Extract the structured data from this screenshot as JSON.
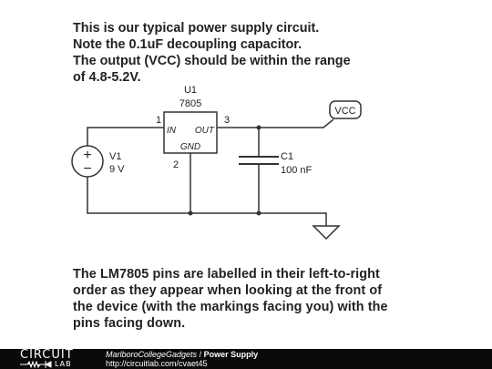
{
  "intro_lines": [
    "This is our typical power supply circuit.",
    "Note the 0.1uF decoupling capacitor.",
    "The output (VCC) should be within the range",
    "of 4.8-5.2V."
  ],
  "regulator": {
    "ref": "U1",
    "value": "7805",
    "pin_in_number": "1",
    "pin_out_number": "3",
    "pin_gnd_number": "2",
    "pin_in_label": "IN",
    "pin_out_label": "OUT",
    "pin_gnd_label": "GND"
  },
  "source": {
    "ref": "V1",
    "value": "9 V",
    "plus": "+",
    "minus": "−"
  },
  "capacitor": {
    "ref": "C1",
    "value": "100 nF"
  },
  "net_label": "VCC",
  "outro_lines": [
    "The LM7805 pins are labelled in their left-to-right",
    "order as they appear when looking at the front of",
    "the device (with the markings facing you) with the",
    "pins facing down."
  ],
  "footer": {
    "logo_top": "CIRCUIT",
    "logo_bottom": "LAB",
    "author": "MarlboroCollegeGadgets",
    "separator": " / ",
    "title": "Power Supply",
    "url": "http://circuitlab.com/cvaet45"
  }
}
